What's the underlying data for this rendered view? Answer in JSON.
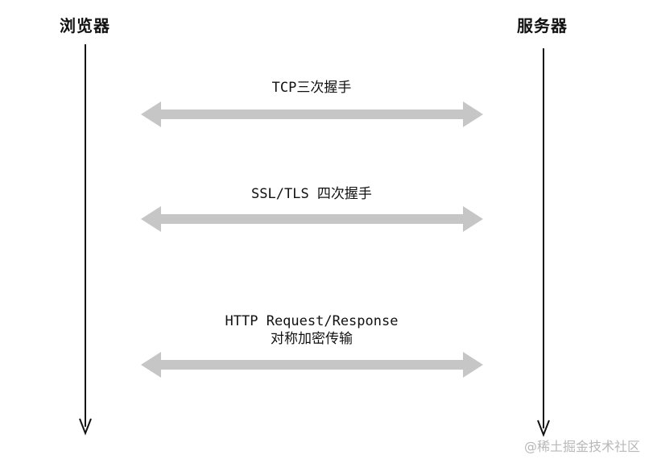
{
  "participants": {
    "browser": "浏览器",
    "server": "服务器"
  },
  "messages": [
    {
      "label_line1": "TCP三次握手",
      "label_line2": ""
    },
    {
      "label_line1": "SSL/TLS 四次握手",
      "label_line2": ""
    },
    {
      "label_line1": "HTTP Request/Response",
      "label_line2": "对称加密传输"
    }
  ],
  "watermark": "@稀土掘金技术社区",
  "colors": {
    "lifeline": "#111111",
    "arrow": "#c6c6c6",
    "text": "#111111",
    "watermark": "#b8b8b8"
  }
}
